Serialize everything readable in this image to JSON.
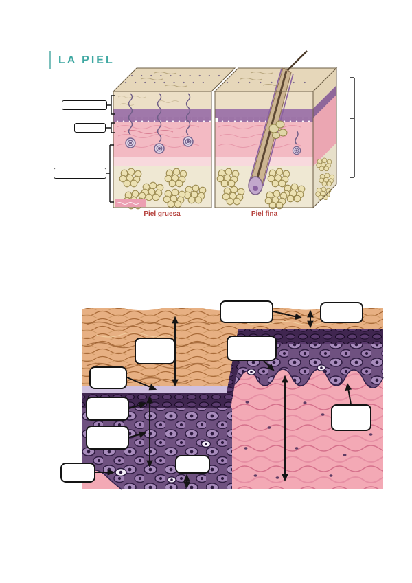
{
  "header": {
    "title": "LA PIEL"
  },
  "figure1": {
    "captions": {
      "left": "Piel gruesa",
      "right": "Piel fina"
    },
    "answer_boxes": [
      {
        "value": ""
      },
      {
        "value": ""
      },
      {
        "value": ""
      }
    ]
  },
  "figure2": {
    "answer_boxes": [
      {
        "value": ""
      },
      {
        "value": ""
      },
      {
        "value": ""
      },
      {
        "value": ""
      },
      {
        "value": ""
      },
      {
        "value": ""
      },
      {
        "value": ""
      },
      {
        "value": ""
      },
      {
        "value": ""
      },
      {
        "value": ""
      }
    ]
  },
  "colors": {
    "accent_teal": "#3fa8a2",
    "caption_red": "#b5413c",
    "epidermis_purple": "#9d74a7",
    "dermis_pink": "#f3bac3",
    "hypodermis_cream": "#efe8d3",
    "histology_keratin_tan": "#e7b083",
    "histology_dark_band": "#402650",
    "histology_cells_purple": "#6f5180",
    "histology_dermis_pink": "#f3a9b5"
  }
}
